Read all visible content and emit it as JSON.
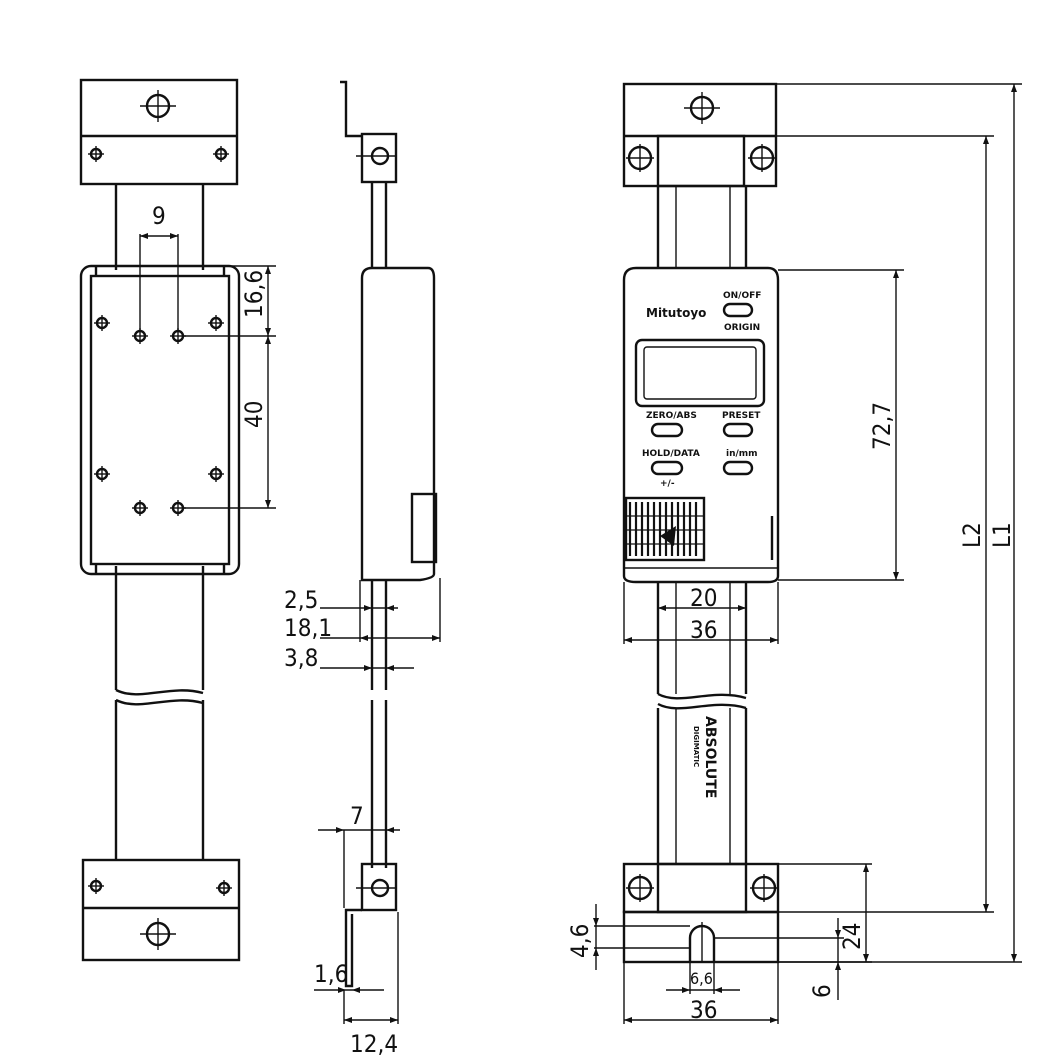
{
  "dimensions": {
    "hole_spacing": "9",
    "top_offset": "16,6",
    "hole_pitch": "40",
    "d_2_5": "2,5",
    "d_18_1": "18,1",
    "d_3_8": "3,8",
    "d_7": "7",
    "d_1_6": "1,6",
    "d_12_4": "12,4",
    "height_72_7": "72,7",
    "l2": "L2",
    "l1": "L1",
    "scale_width": "20",
    "body_width": "36",
    "hole_dia_4_6": "4,6",
    "slot_6_6": "6,6",
    "bracket_width": "36",
    "bracket_24": "24",
    "bracket_6": "6"
  },
  "display": {
    "brand": "Mitutoyo",
    "on_off": "ON/OFF",
    "on_off_sub": "ORIGIN",
    "zero_abs": "ZERO/ABS",
    "preset": "PRESET",
    "hold_data": "HOLD/DATA",
    "hold_sub": "+/-",
    "in_mm": "in/mm",
    "scale_text": "ABSOLUTE",
    "scale_sub": "DIGIMATIC"
  }
}
